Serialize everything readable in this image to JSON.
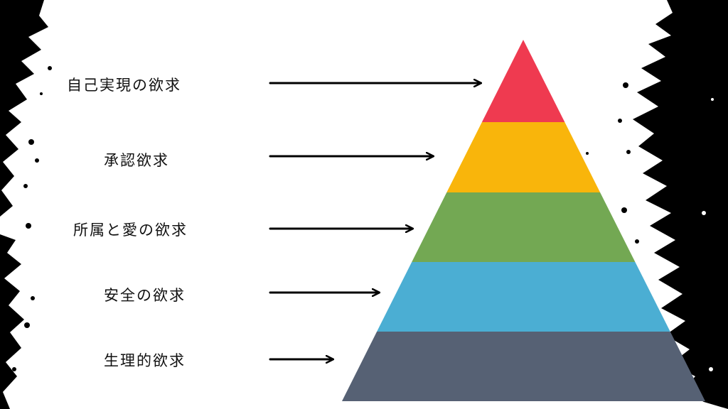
{
  "levels": [
    {
      "label": "自己実現の欲求",
      "color": "#ef3a50"
    },
    {
      "label": "承認欲求",
      "color": "#f9b50b"
    },
    {
      "label": "所属と愛の欲求",
      "color": "#73a853"
    },
    {
      "label": "安全の欲求",
      "color": "#4baed3"
    },
    {
      "label": "生理的欲求",
      "color": "#566174"
    }
  ],
  "colors": {
    "background": "#ffffff",
    "ink": "#000000",
    "arrow": "#000000"
  }
}
